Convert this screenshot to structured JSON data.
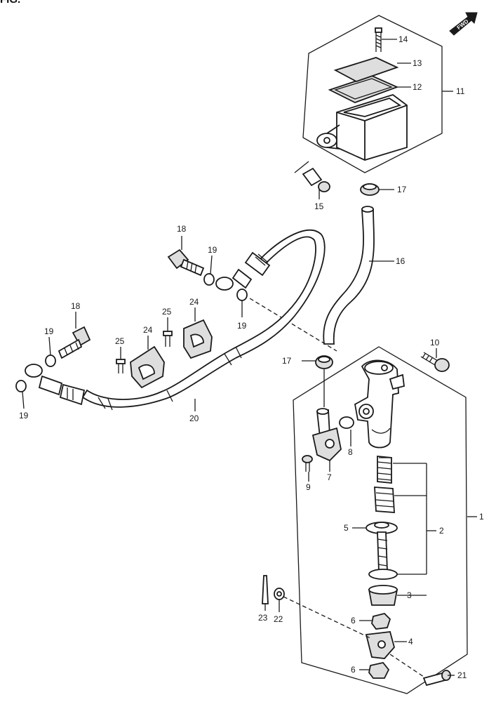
{
  "title": "FIG.",
  "direction_marker": "FWD",
  "callouts": [
    "1",
    "2",
    "3",
    "4",
    "5",
    "6",
    "6",
    "7",
    "8",
    "9",
    "10",
    "11",
    "12",
    "13",
    "14",
    "15",
    "16",
    "17",
    "17",
    "18",
    "18",
    "19",
    "19",
    "19",
    "19",
    "20",
    "21",
    "22",
    "23",
    "24",
    "24",
    "25",
    "25"
  ]
}
